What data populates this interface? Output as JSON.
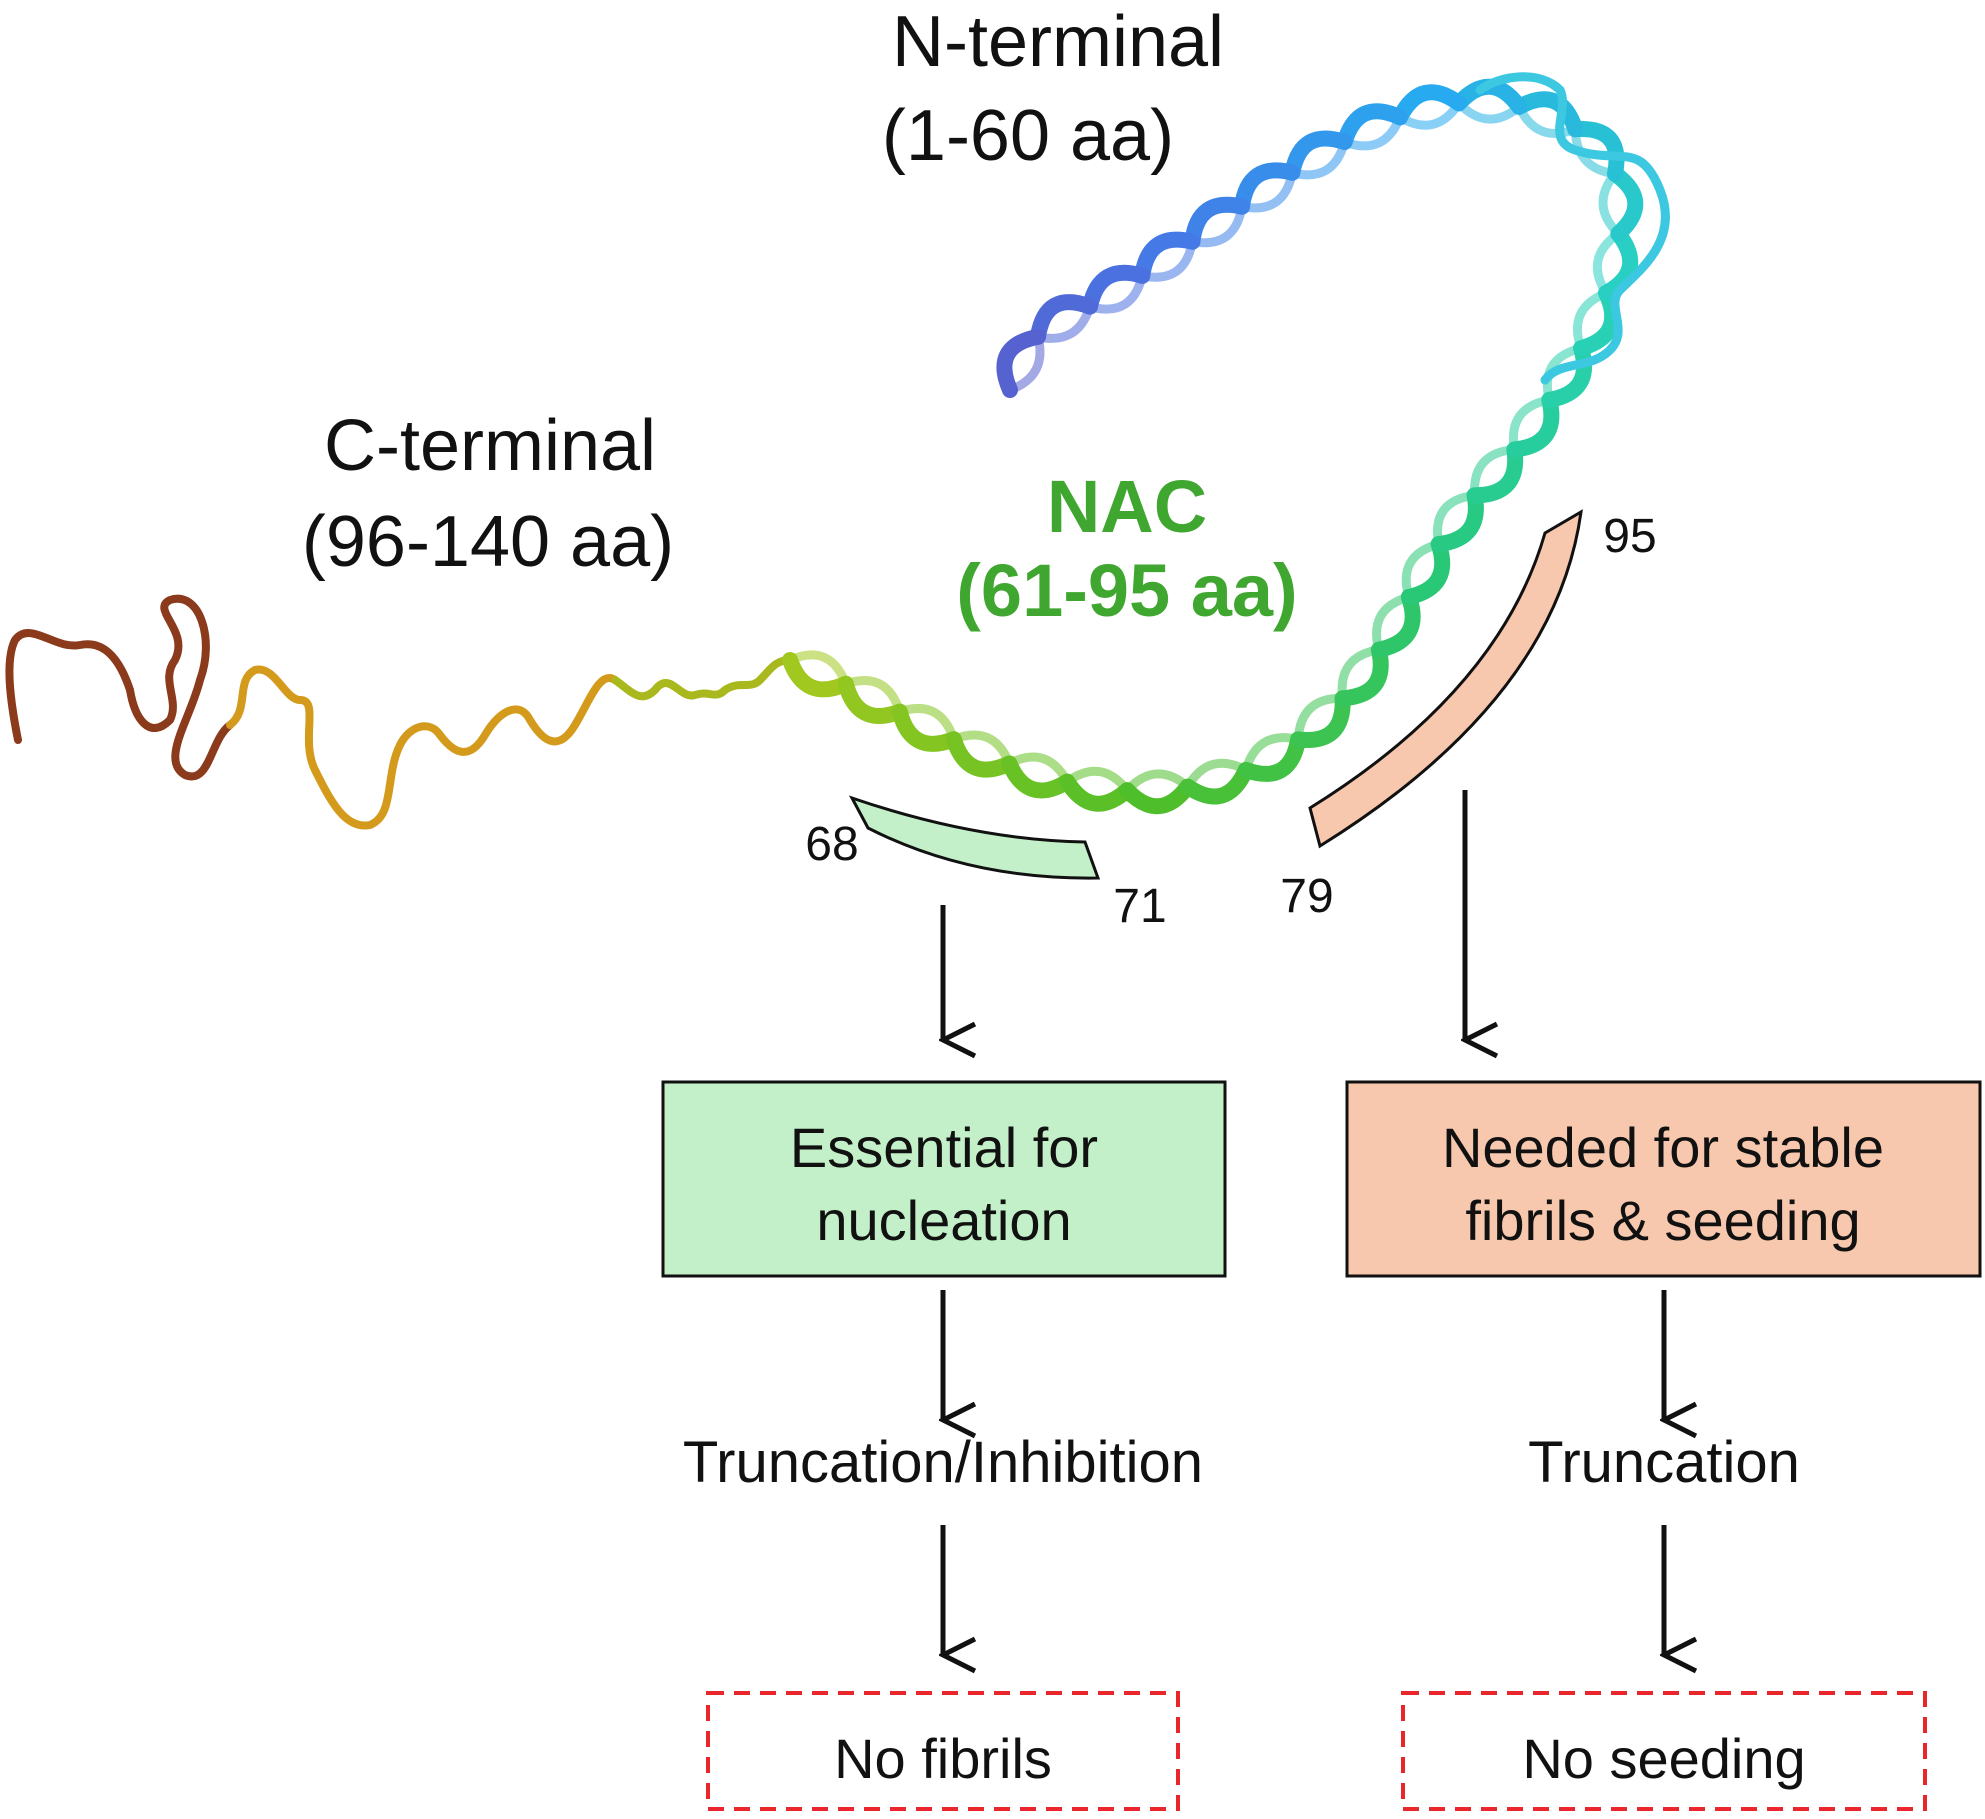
{
  "regions": {
    "n_terminal": {
      "title": "N-terminal",
      "range": "(1-60 aa)"
    },
    "c_terminal": {
      "title": "C-terminal",
      "range": "(96-140 aa)"
    },
    "nac": {
      "title": "NAC",
      "range": "(61-95 aa)",
      "color": "#3fa62f"
    }
  },
  "segments": {
    "seg_68_71": {
      "start": "68",
      "end": "71",
      "fill": "#c3f0c8"
    },
    "seg_79_95": {
      "start": "79",
      "end": "95",
      "fill": "#f7c8ad"
    }
  },
  "left_path": {
    "box": {
      "line1": "Essential for",
      "line2": "nucleation",
      "fill": "#c3f0c8"
    },
    "step": "Truncation/Inhibition",
    "outcome": "No fibrils"
  },
  "right_path": {
    "box": {
      "line1": "Needed for stable",
      "line2": "fibrils & seeding",
      "fill": "#f7c8ad"
    },
    "step": "Truncation",
    "outcome": "No seeding"
  },
  "colors": {
    "outcome_border": "#e8262b",
    "arrow": "#111111"
  }
}
